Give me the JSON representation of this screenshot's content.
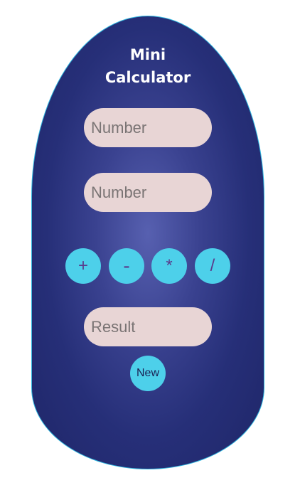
{
  "calculator": {
    "title_line1": "Mini",
    "title_line2": "Calculator",
    "first_number": {
      "value": "",
      "placeholder": "Number"
    },
    "second_number": {
      "value": "",
      "placeholder": "Number"
    },
    "operators": {
      "add": "+",
      "subtract": "-",
      "multiply": "*",
      "divide": "/"
    },
    "result": {
      "value": "",
      "placeholder": "Result"
    },
    "new_label": "New"
  },
  "colors": {
    "panel_center": "#5760b0",
    "panel_edge": "#1f2668",
    "panel_border": "#2fb7e0",
    "field_bg": "#e8d5d5",
    "button_bg": "#4dd0ea",
    "operator_text": "#5a3b8c",
    "title_text": "#ffffff"
  }
}
